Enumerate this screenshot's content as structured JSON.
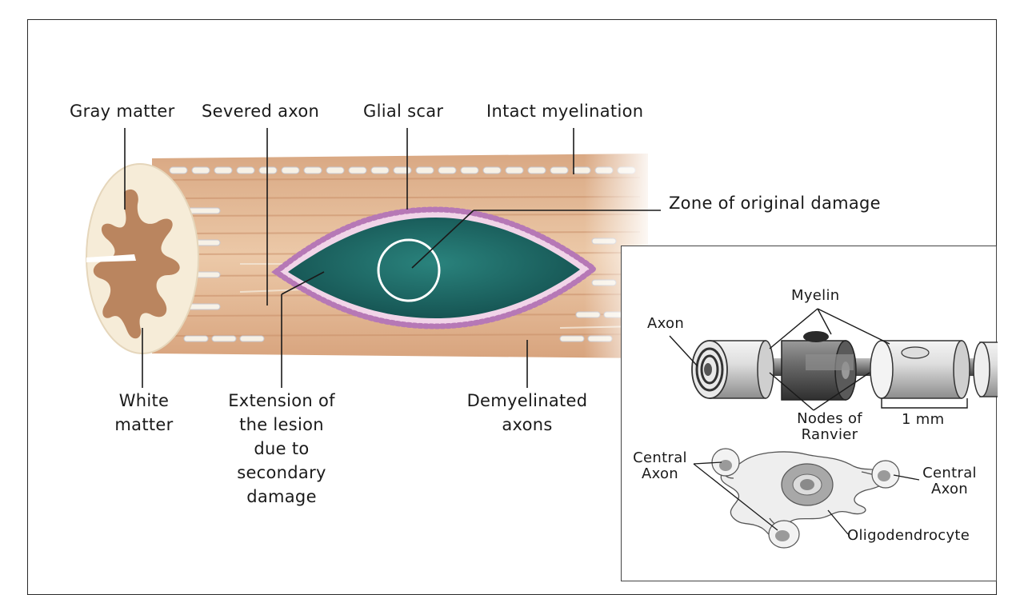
{
  "labels": {
    "gray_matter": "Gray matter",
    "severed_axon": "Severed axon",
    "glial_scar": "Glial scar",
    "intact_myelination": "Intact myelination",
    "zone_original_damage": "Zone of original damage",
    "white_matter": [
      "White",
      "matter"
    ],
    "extension_lesion": [
      "Extension of",
      "the lesion",
      "due to",
      "secondary",
      "damage"
    ],
    "demyelinated_axons": [
      "Demyelinated",
      "axons"
    ]
  },
  "inset": {
    "myelin": "Myelin",
    "axon": "Axon",
    "nodes_of_ranvier": [
      "Nodes of",
      "Ranvier"
    ],
    "scale": "1 mm",
    "central_axon_left": [
      "Central",
      "Axon"
    ],
    "central_axon_right": [
      "Central",
      "Axon"
    ],
    "oligodendrocyte": "Oligodendrocyte"
  },
  "colors": {
    "tissue": "#e8c3a2",
    "tissue_dark": "#c8906a",
    "lesion": "#1f6e6a",
    "glial": "#b678b6",
    "gray_matter": "#b47a52",
    "white_matter": "#f6ecd8"
  }
}
